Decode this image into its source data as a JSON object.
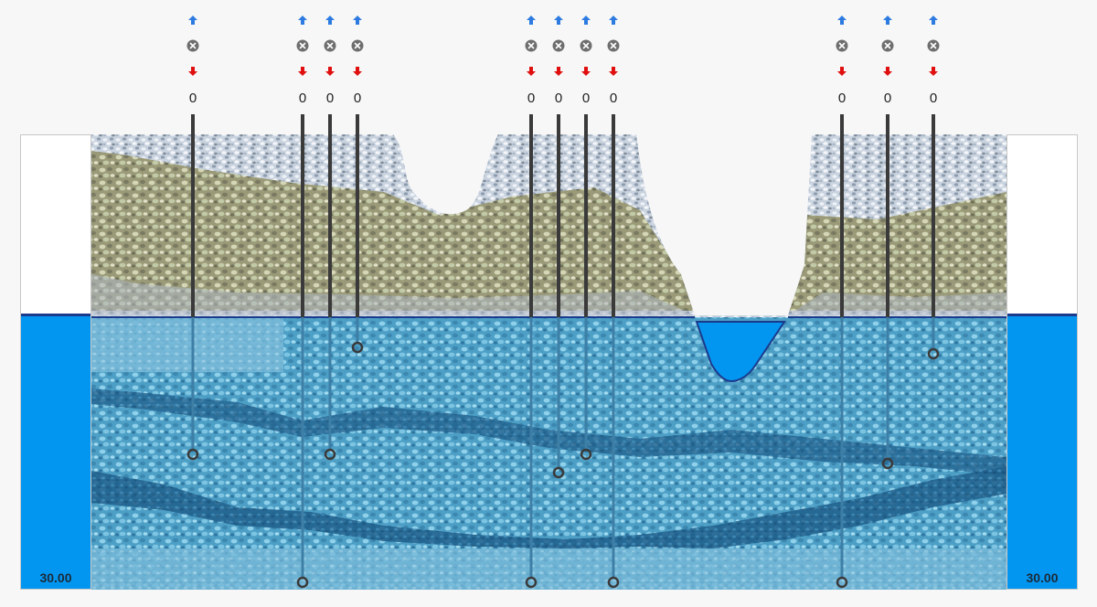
{
  "reservoirs": {
    "left": {
      "level_label": "30.00"
    },
    "right": {
      "level_label": "30.00"
    }
  },
  "wells": [
    {
      "id": "w1",
      "count": "0",
      "depth": "shallow"
    },
    {
      "id": "w2",
      "count": "0",
      "depth": "deep"
    },
    {
      "id": "w3",
      "count": "0",
      "depth": "shallow"
    },
    {
      "id": "w4",
      "count": "0",
      "depth": "very-shallow"
    },
    {
      "id": "w5",
      "count": "0",
      "depth": "deep"
    },
    {
      "id": "w6",
      "count": "0",
      "depth": "medium"
    },
    {
      "id": "w7",
      "count": "0",
      "depth": "shallow"
    },
    {
      "id": "w8",
      "count": "0",
      "depth": "deep"
    },
    {
      "id": "w9",
      "count": "0",
      "depth": "deep"
    },
    {
      "id": "w10",
      "count": "0",
      "depth": "shallow"
    },
    {
      "id": "w11",
      "count": "0",
      "depth": "very-shallow"
    }
  ],
  "icons": {
    "increase": "arrow-up-icon",
    "remove": "close-circle-icon",
    "decrease": "arrow-down-icon"
  },
  "colors": {
    "water": "#0396f0",
    "water_line": "#1a3a8c",
    "arrow_up": "#2d7be0",
    "arrow_down": "#e01010",
    "remove": "#6e6e6e",
    "pipe": "#3a3a3a"
  }
}
